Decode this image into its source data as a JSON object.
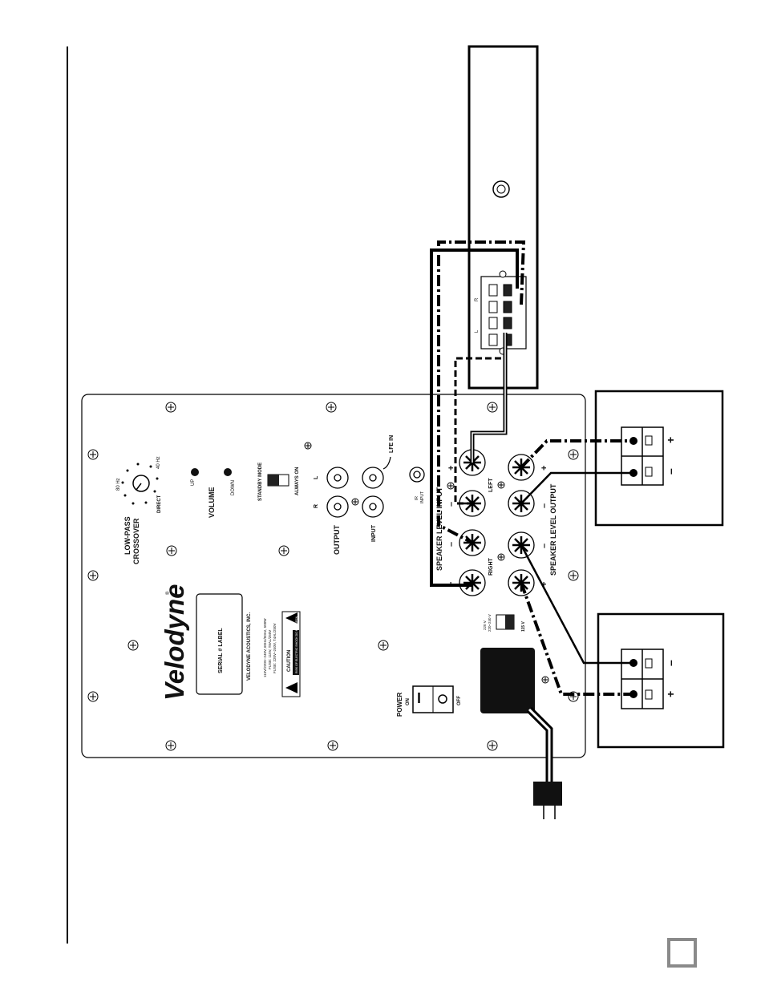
{
  "brand": {
    "logo": "Velodyne",
    "registered": "®"
  },
  "page": {
    "number": ""
  },
  "crossover": {
    "title_line1": "LOW-PASS",
    "title_line2": "CROSSOVER",
    "freq_high": "80 Hz",
    "freq_low": "40 Hz",
    "direct": "DIRECT"
  },
  "volume": {
    "title": "VOLUME",
    "up": "UP",
    "down": "DOWN"
  },
  "standby": {
    "mode": "STANDBY MODE",
    "always_on": "ALWAYS ON"
  },
  "line_output": {
    "title": "OUTPUT",
    "r": "R",
    "l": "L"
  },
  "line_input": {
    "title": "INPUT",
    "lfe_in": "LFE IN"
  },
  "ir_input": {
    "line1": "IR",
    "line2": "INPUT"
  },
  "speaker_level_input": {
    "title": "SPEAKER LEVEL INPUT",
    "left": "LEFT",
    "right": "RIGHT"
  },
  "speaker_level_output": {
    "title": "SPEAKER LEVEL OUTPUT"
  },
  "polarity": {
    "plus": "+",
    "minus": "–"
  },
  "serial_label": "SERIAL # LABEL",
  "company": "VELODYNE ACOUSTICS, INC.",
  "ratings": {
    "line1": "115V/220V–240V, 60Hz/50Hz, 500W",
    "line2": "FUSE: 115V, T8AL/250V",
    "line3": "FUSE: 220V–240V, T4AL/250V"
  },
  "caution": {
    "title": "CAUTION",
    "text": "RISK OF ELECTRIC SHOCK DO NOT OPEN"
  },
  "voltage": {
    "v220": "220 V",
    "v220_240": "220–240 V",
    "v115": "115 V"
  },
  "power": {
    "title": "POWER",
    "on": "ON",
    "off": "OFF",
    "switch_mark": "I"
  },
  "receiver": {
    "left": "L",
    "right": "R"
  }
}
